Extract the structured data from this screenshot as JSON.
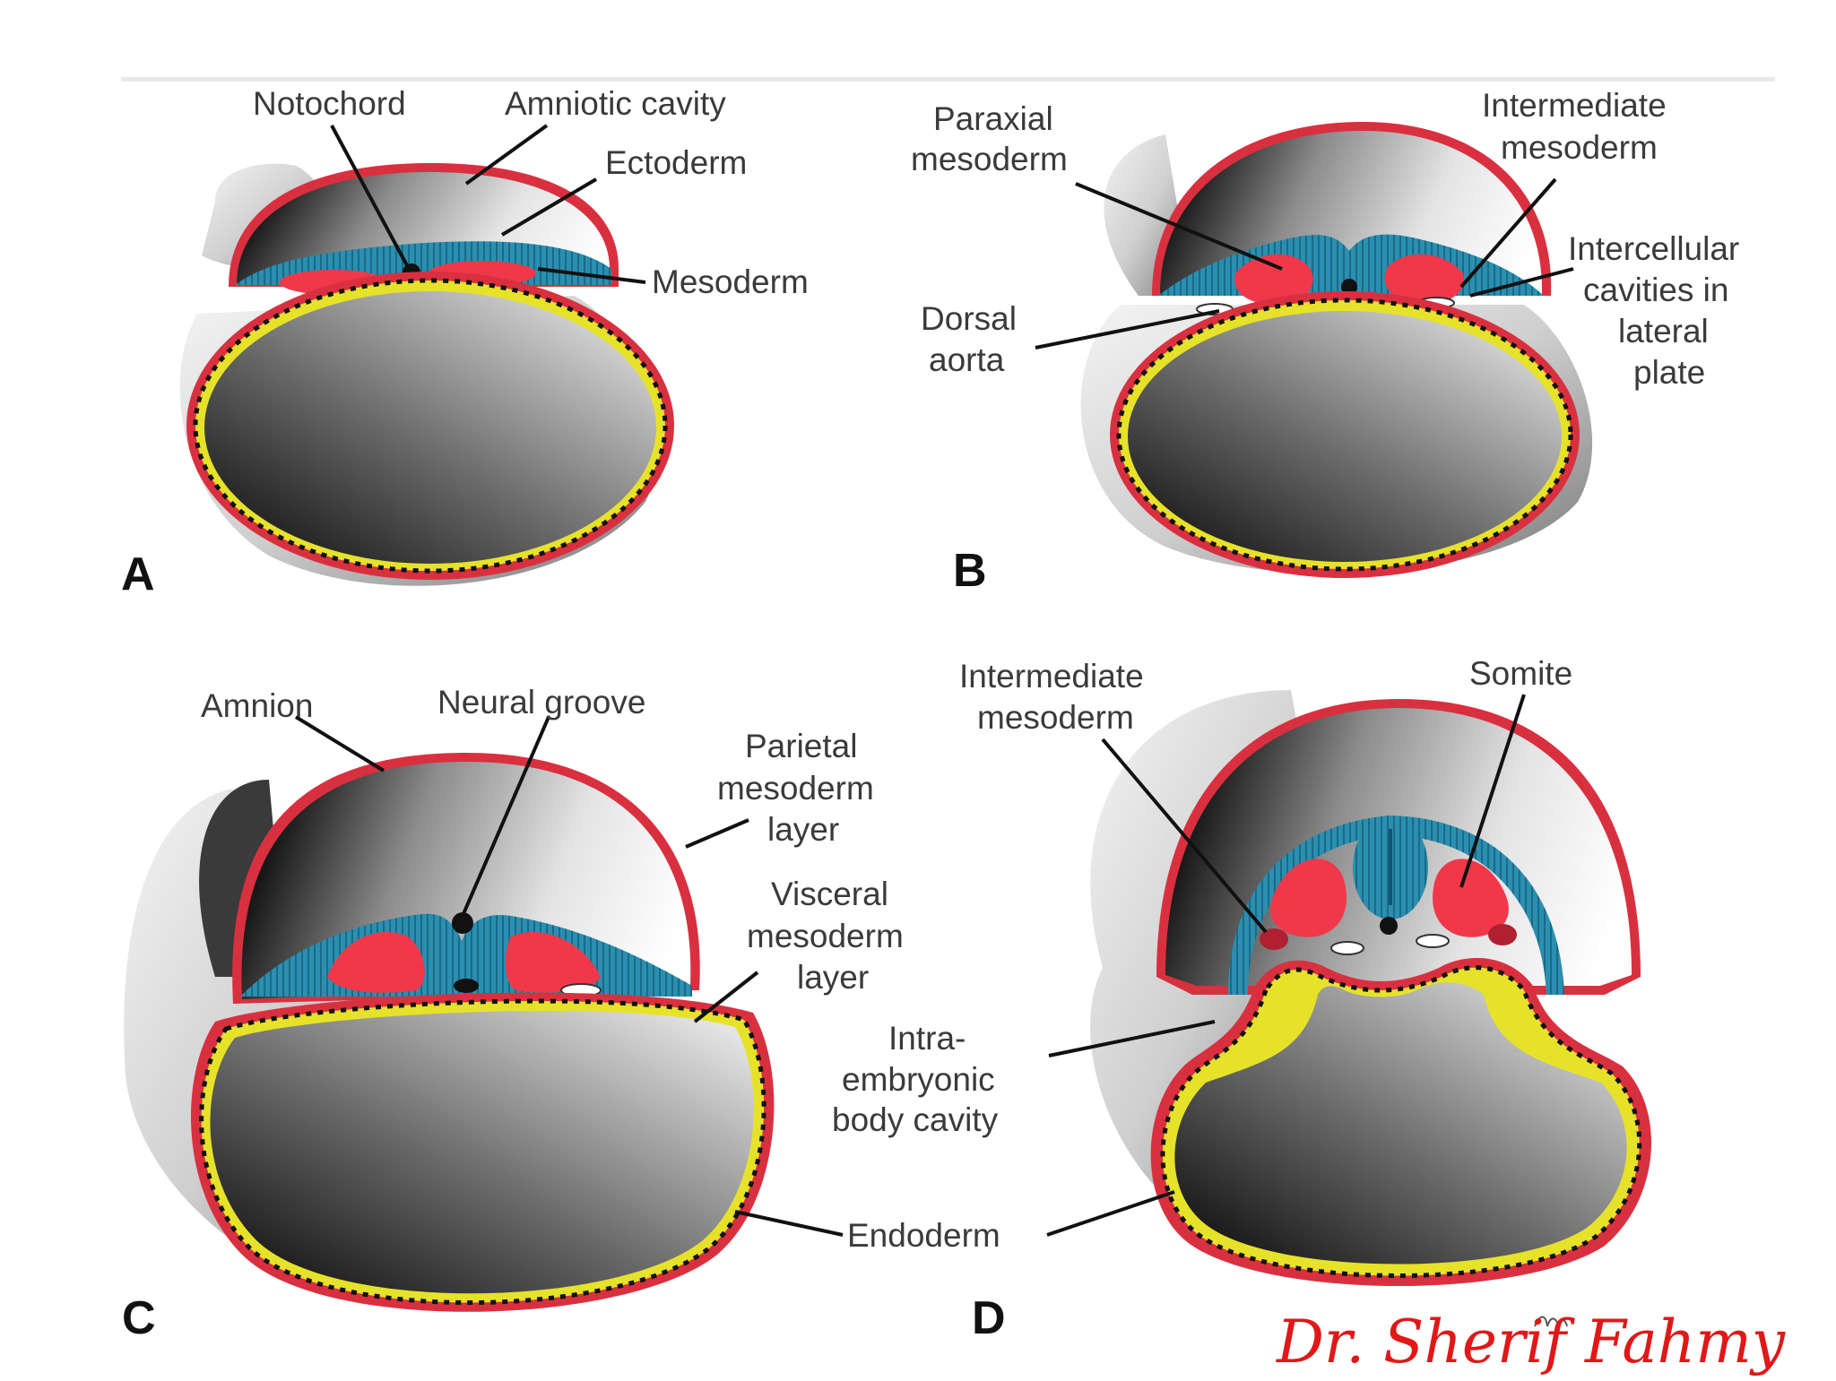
{
  "colors": {
    "ectoderm": "#2a8fb0",
    "mesoderm": "#f0384a",
    "endoderm_dots": "#e6e22a",
    "outline": "#d93040",
    "signature": "#e01818"
  },
  "panels": {
    "a": {
      "letter": "A",
      "labels": {
        "notochord": "Notochord",
        "amniotic_cavity": "Amniotic cavity",
        "ectoderm": "Ectoderm",
        "mesoderm": "Mesoderm"
      }
    },
    "b": {
      "letter": "B",
      "labels": {
        "paraxial_1": "Paraxial",
        "paraxial_2": "mesoderm",
        "intermediate_1": "Intermediate",
        "intermediate_2": "mesoderm",
        "intercellular_1": "Intercellular",
        "intercellular_2": "cavities in",
        "intercellular_3": "lateral",
        "intercellular_4": "plate",
        "dorsal_1": "Dorsal",
        "dorsal_2": "aorta"
      }
    },
    "c": {
      "letter": "C",
      "labels": {
        "amnion": "Amnion",
        "neural_groove": "Neural groove",
        "parietal_1": "Parietal",
        "parietal_2": "mesoderm",
        "parietal_3": "layer",
        "visceral_1": "Visceral",
        "visceral_2": "mesoderm",
        "visceral_3": "layer"
      }
    },
    "d": {
      "letter": "D",
      "labels": {
        "intermediate_1": "Intermediate",
        "intermediate_2": "mesoderm",
        "somite": "Somite",
        "intra_1": "Intra-",
        "intra_2": "embryonic",
        "intra_3": "body cavity"
      }
    }
  },
  "shared": {
    "endoderm": "Endoderm"
  },
  "signature": "Dr. Sherif Fahmy"
}
